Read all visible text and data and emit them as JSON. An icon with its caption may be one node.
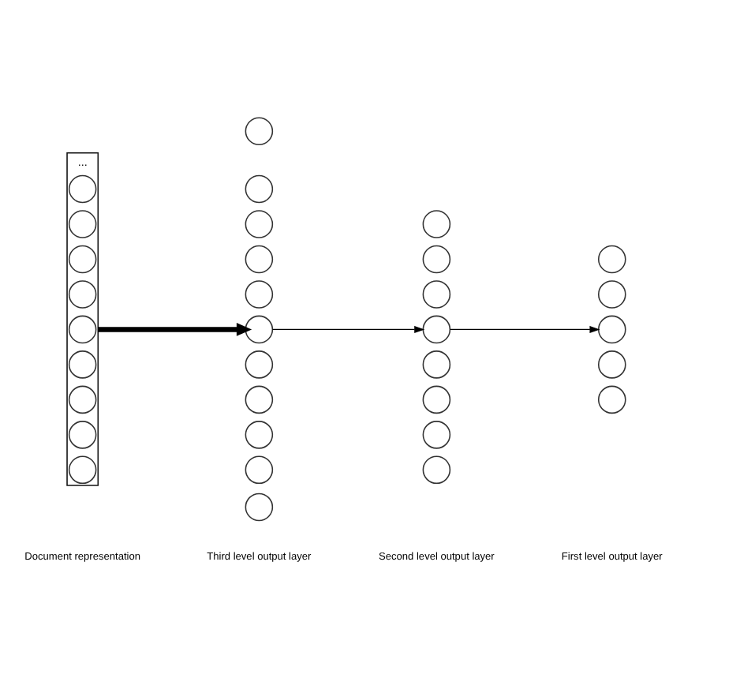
{
  "diagram": {
    "nodes": [
      {
        "text": [
          "..."
        ]
      },
      {
        "text": [],
        "shape": "circle",
        "in": 0
      },
      {
        "text": [],
        "shape": "circle",
        "in": 0
      },
      {
        "text": [],
        "shape": "circle",
        "in": 0
      },
      {
        "text": [],
        "shape": "circle",
        "in": 0
      },
      {
        "text": [],
        "shape": "circle",
        "in": 0
      },
      {
        "text": [],
        "shape": "circle",
        "in": 0
      },
      {
        "text": [],
        "shape": "circle",
        "in": 0
      },
      {
        "text": [],
        "shape": "circle",
        "in": 0
      },
      {
        "text": [],
        "shape": "circle",
        "in": 0
      },
      {
        "text": [],
        "shape": "circle"
      },
      {
        "text": [],
        "shape": "circle"
      },
      {
        "text": [],
        "shape": "circle"
      },
      {
        "text": [],
        "shape": "circle"
      },
      {
        "text": [],
        "shape": "circle"
      },
      {
        "text": [],
        "shape": "circle"
      },
      {
        "text": [],
        "shape": "circle"
      },
      {
        "text": [],
        "shape": "circle"
      },
      {
        "text": [],
        "shape": "circle"
      },
      {
        "text": [],
        "shape": "circle"
      },
      {
        "text": [],
        "shape": "circle"
      },
      {
        "text": [],
        "shape": "circle"
      },
      {
        "text": [],
        "shape": "circle"
      },
      {
        "text": [],
        "shape": "circle"
      },
      {
        "text": [],
        "shape": "circle"
      },
      {
        "text": [],
        "shape": "circle"
      },
      {
        "text": [],
        "shape": "circle"
      },
      {
        "text": [],
        "shape": "circle"
      },
      {
        "text": [],
        "shape": "circle"
      },
      {
        "text": [],
        "shape": "circle"
      },
      {
        "text": [],
        "shape": "circle"
      },
      {
        "text": [],
        "shape": "circle"
      },
      {
        "text": [],
        "shape": "circle"
      },
      {
        "text": [],
        "shape": "circle"
      }
    ],
    "edges": [
      {
        "from": 0,
        "to": 15,
        "arrow": "to",
        "style": "thick"
      },
      {
        "from": 15,
        "to": 24,
        "arrow": "to"
      },
      {
        "from": 24,
        "to": 31,
        "arrow": "to"
      }
    ],
    "labels": [
      "Document representation",
      "Third level output layer",
      "Second level output layer",
      "First level output layer"
    ]
  }
}
